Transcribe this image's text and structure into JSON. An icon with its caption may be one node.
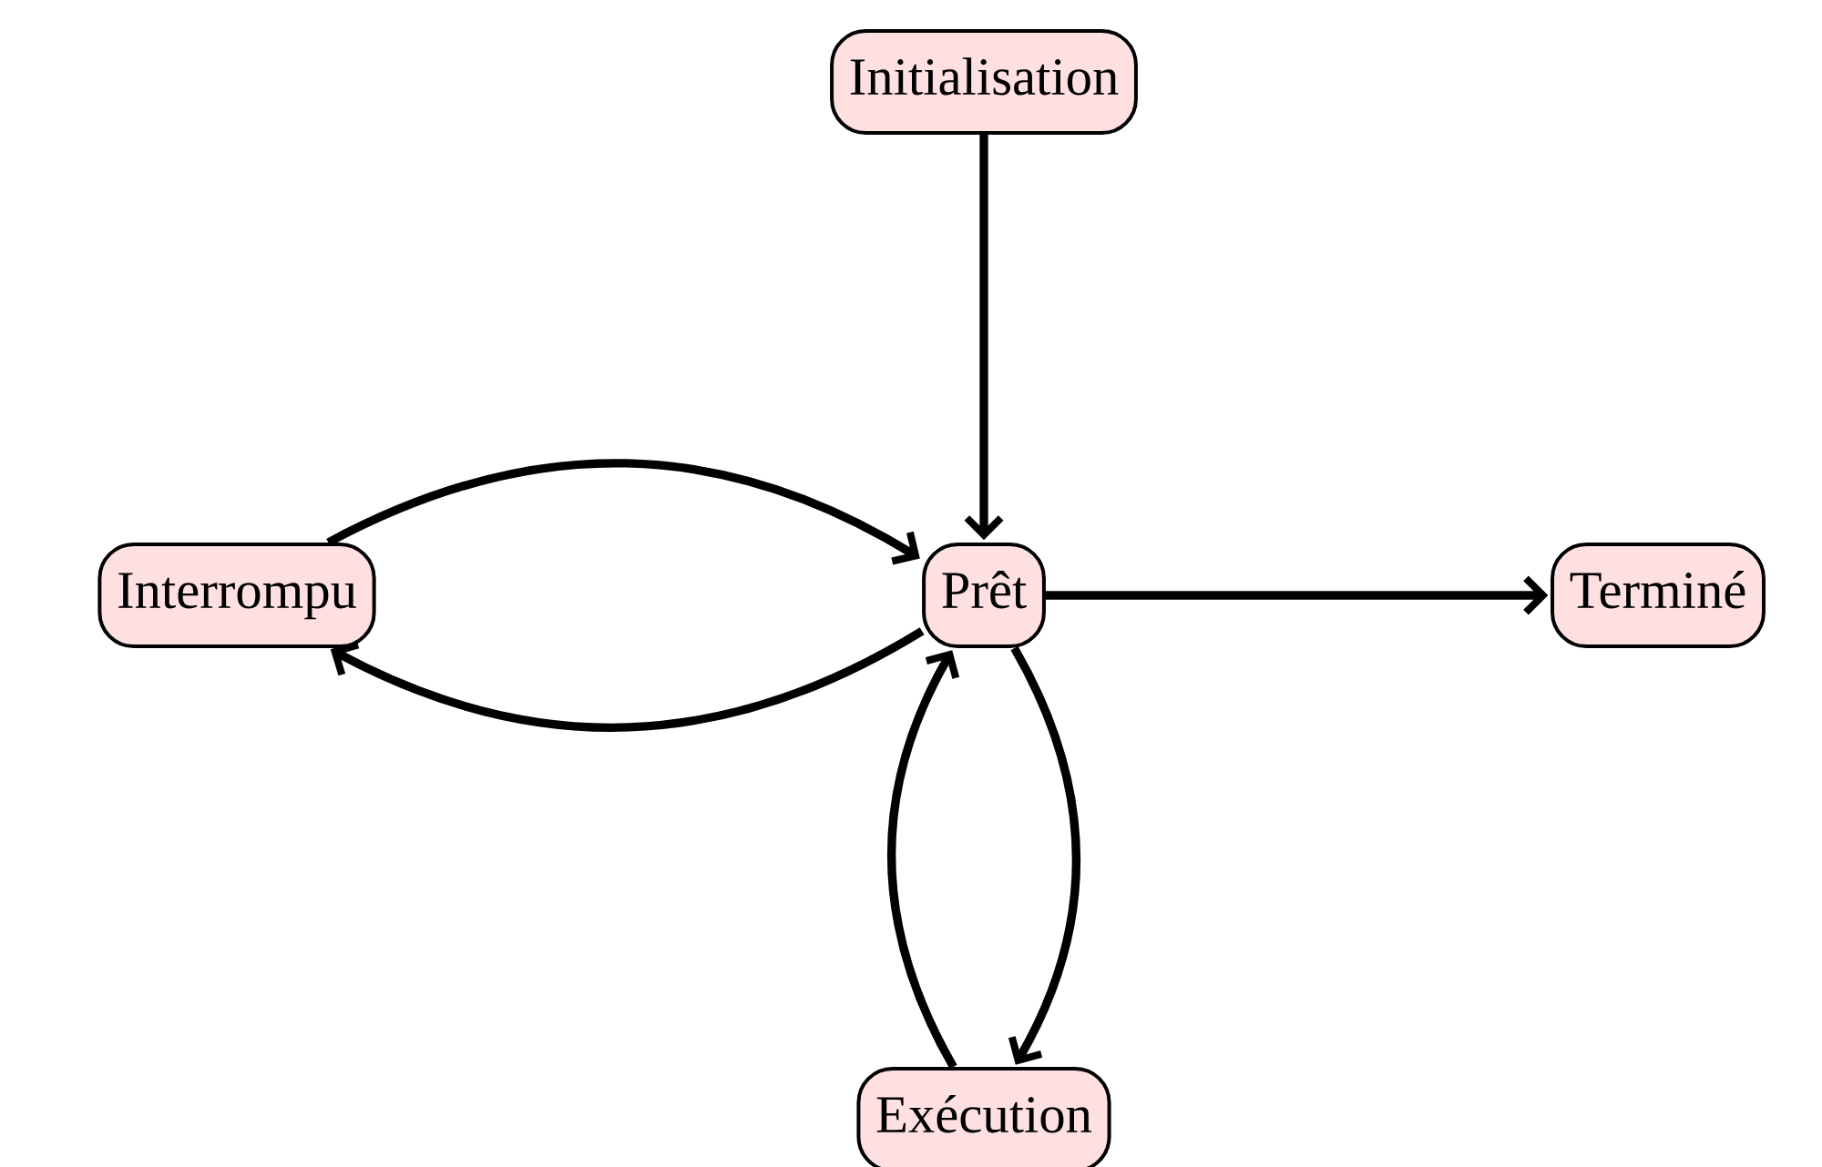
{
  "diagram": {
    "nodes": [
      {
        "text": [
          "Initialisation"
        ]
      },
      {
        "text": [
          "Interrompu"
        ]
      },
      {
        "text": [
          "Prêt"
        ]
      },
      {
        "text": [
          "Terminé"
        ]
      },
      {
        "text": [
          "Exécution"
        ]
      }
    ],
    "edges": [
      {
        "from": 0,
        "to": 2,
        "arrow": "to"
      },
      {
        "from": 1,
        "to": 2,
        "arrow": "to"
      },
      {
        "from": 2,
        "to": 1,
        "arrow": "to"
      },
      {
        "from": 2,
        "to": 3,
        "arrow": "to"
      },
      {
        "from": 2,
        "to": 4,
        "arrow": "to"
      },
      {
        "from": 4,
        "to": 2,
        "arrow": "to"
      }
    ]
  }
}
